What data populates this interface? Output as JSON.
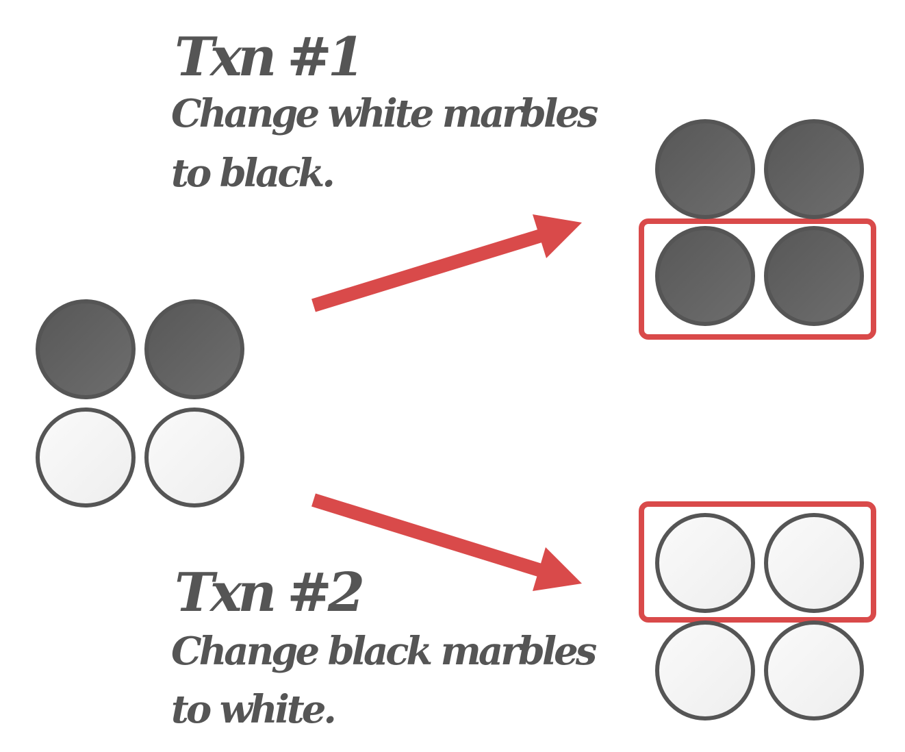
{
  "colors": {
    "text": "#555555",
    "arrow": "#d94a4a",
    "highlight_box": "#d94a4a",
    "marble_outline": "#555555",
    "black_marble": "#5f5f5f",
    "white_marble": "#f3f3f3"
  },
  "txn1": {
    "title": "Txn #1",
    "line1": "Change white marbles",
    "line2": "to black."
  },
  "txn2": {
    "title": "Txn #2",
    "line1": "Change black marbles",
    "line2": "to white."
  },
  "marbles": {
    "initial": [
      "black",
      "black",
      "white",
      "white"
    ],
    "result_txn1": [
      "black",
      "black",
      "black",
      "black"
    ],
    "result_txn2": [
      "white",
      "white",
      "white",
      "white"
    ]
  }
}
